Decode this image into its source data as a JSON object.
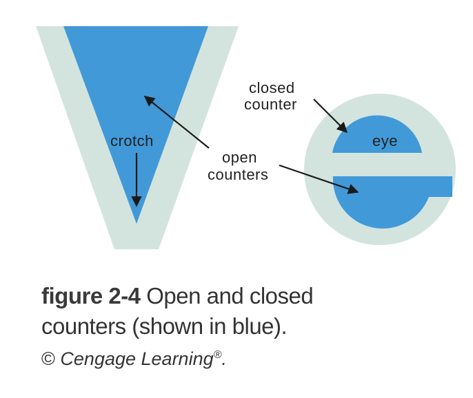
{
  "labels": {
    "crotch": "crotch",
    "closed_counter_line1": "closed",
    "closed_counter_line2": "counter",
    "open_counters_line1": "open",
    "open_counters_line2": "counters",
    "eye": "eye"
  },
  "caption": {
    "figure_number": "figure 2-4",
    "text_line1": " Open and closed",
    "text_line2": "counters (shown in blue).",
    "copyright_symbol": "©",
    "credit": "Cengage Learning",
    "registered": "®",
    "end": "."
  },
  "colors": {
    "letter_fill": "#d3e4de",
    "counter_blue": "#4199d8",
    "arrow": "#1a1a1a"
  }
}
